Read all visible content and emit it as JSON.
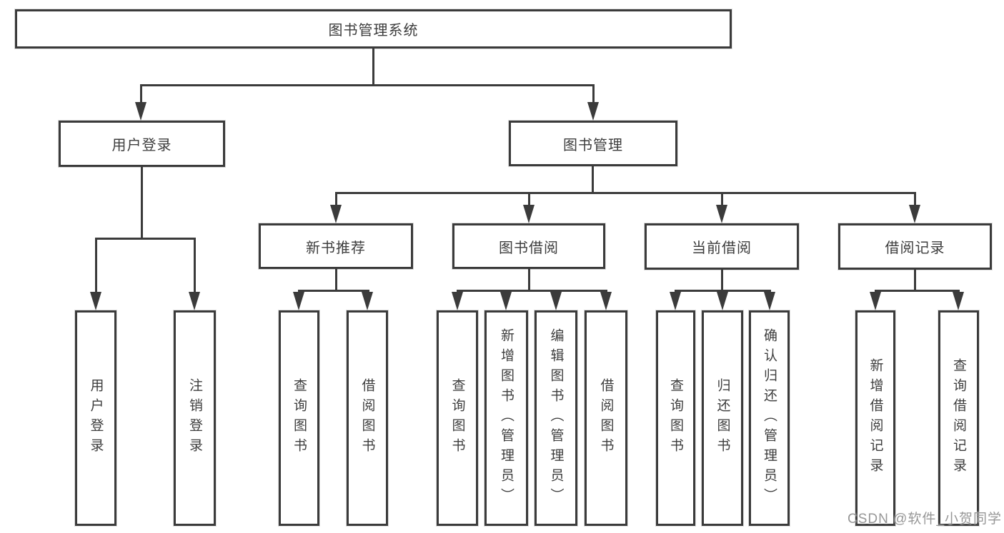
{
  "tree": {
    "root": "图书管理系统",
    "branches": [
      {
        "label": "用户登录",
        "leaves": [
          "用户登录",
          "注销登录"
        ]
      },
      {
        "label": "图书管理",
        "groups": [
          {
            "label": "新书推荐",
            "leaves": [
              "查询图书",
              "借阅图书"
            ]
          },
          {
            "label": "图书借阅",
            "leaves": [
              "查询图书",
              "新增图书（管理员）",
              "编辑图书（管理员）",
              "借阅图书"
            ]
          },
          {
            "label": "当前借阅",
            "leaves": [
              "查询图书",
              "归还图书",
              "确认归还（管理员）"
            ]
          },
          {
            "label": "借阅记录",
            "leaves": [
              "新增借阅记录",
              "查询借阅记录"
            ]
          }
        ]
      }
    ]
  },
  "watermark": {
    "text": "CSDN @软件_小贺同学"
  },
  "colors": {
    "line": "#3b3b3b",
    "text": "#3d3d3d",
    "background": "#ffffff",
    "watermark_text": "#979797"
  }
}
